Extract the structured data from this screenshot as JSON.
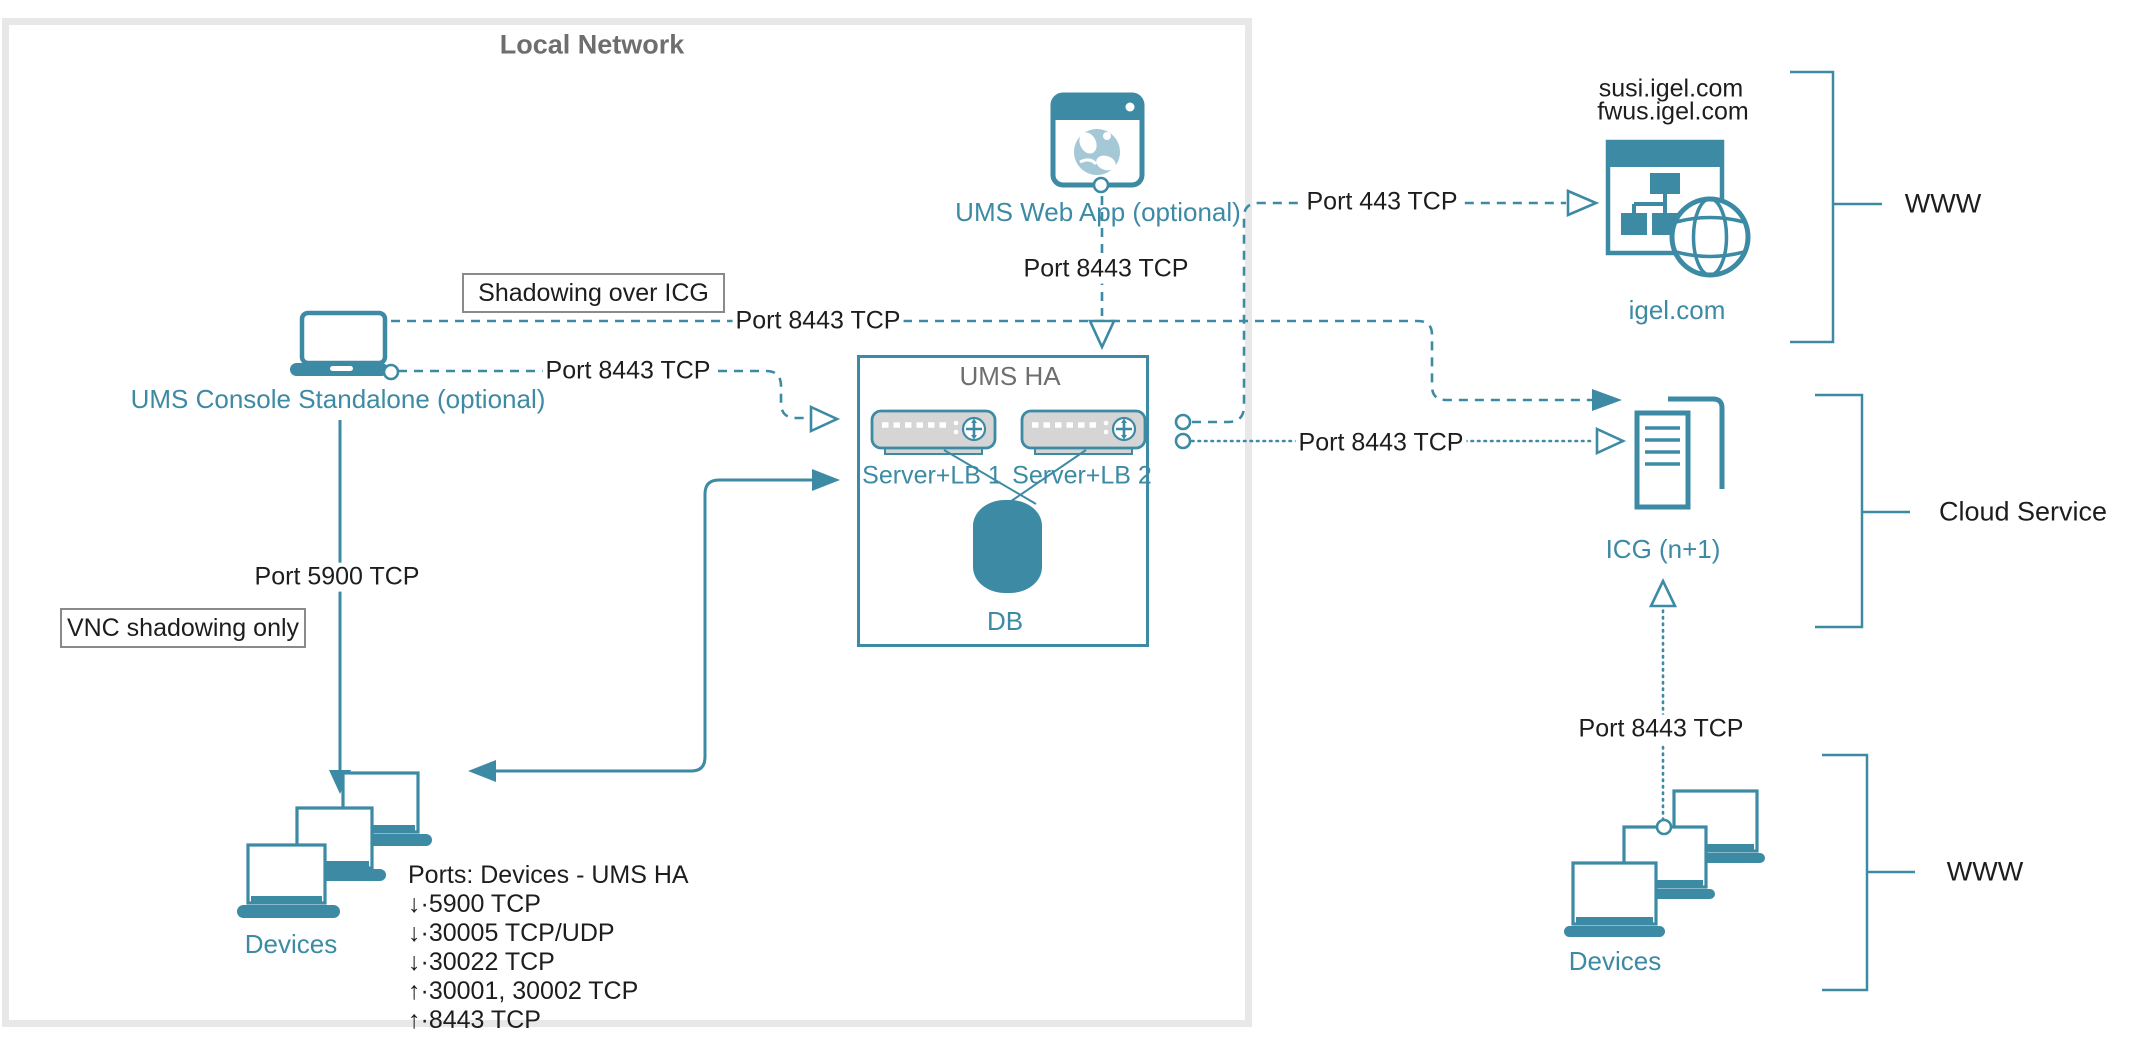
{
  "colors": {
    "teal": "#3d8aa5",
    "globe_light_blue": "#a5c8d6",
    "server_gray_fill": "#d5d5d5",
    "network_box_border": "#e8e8e8",
    "callout_border": "#8a8a8a",
    "title_gray": "#6e6e6e",
    "text_black": "#1d1d1d"
  },
  "local_network": {
    "title": "Local Network"
  },
  "ums_ha": {
    "title": "UMS HA",
    "server1_label": "Server+LB 1",
    "server2_label": "Server+LB 2",
    "db_label": "DB"
  },
  "nodes": {
    "console_label": "UMS Console Standalone (optional)",
    "web_app_label": "UMS Web App (optional)",
    "igel_label": "igel.com",
    "icg_label": "ICG (n+1)",
    "devices_left_label": "Devices",
    "devices_right_label": "Devices"
  },
  "domains": {
    "line1": "susi.igel.com",
    "line2": "fwus.igel.com"
  },
  "connections": {
    "shadowing_port": "Port 8443 TCP",
    "console_port": "Port 8443 TCP",
    "webapp_port": "Port 8443 TCP",
    "https_port": "Port 443 TCP",
    "icg_port": "Port 8443 TCP",
    "vnc_port": "Port 5900 TCP",
    "devices_port": "Port 8443 TCP"
  },
  "callouts": {
    "shadowing": "Shadowing over ICG",
    "vnc": "VNC shadowing only"
  },
  "zones": {
    "www_top": "WWW",
    "cloud_service": "Cloud Service",
    "www_bottom": "WWW"
  },
  "ports_list": {
    "title": "Ports: Devices - UMS HA",
    "lines": [
      "↓·5900 TCP",
      "↓·30005 TCP/UDP",
      "↓·30022 TCP",
      "↑·30001, 30002 TCP",
      "↑·8443 TCP"
    ]
  }
}
